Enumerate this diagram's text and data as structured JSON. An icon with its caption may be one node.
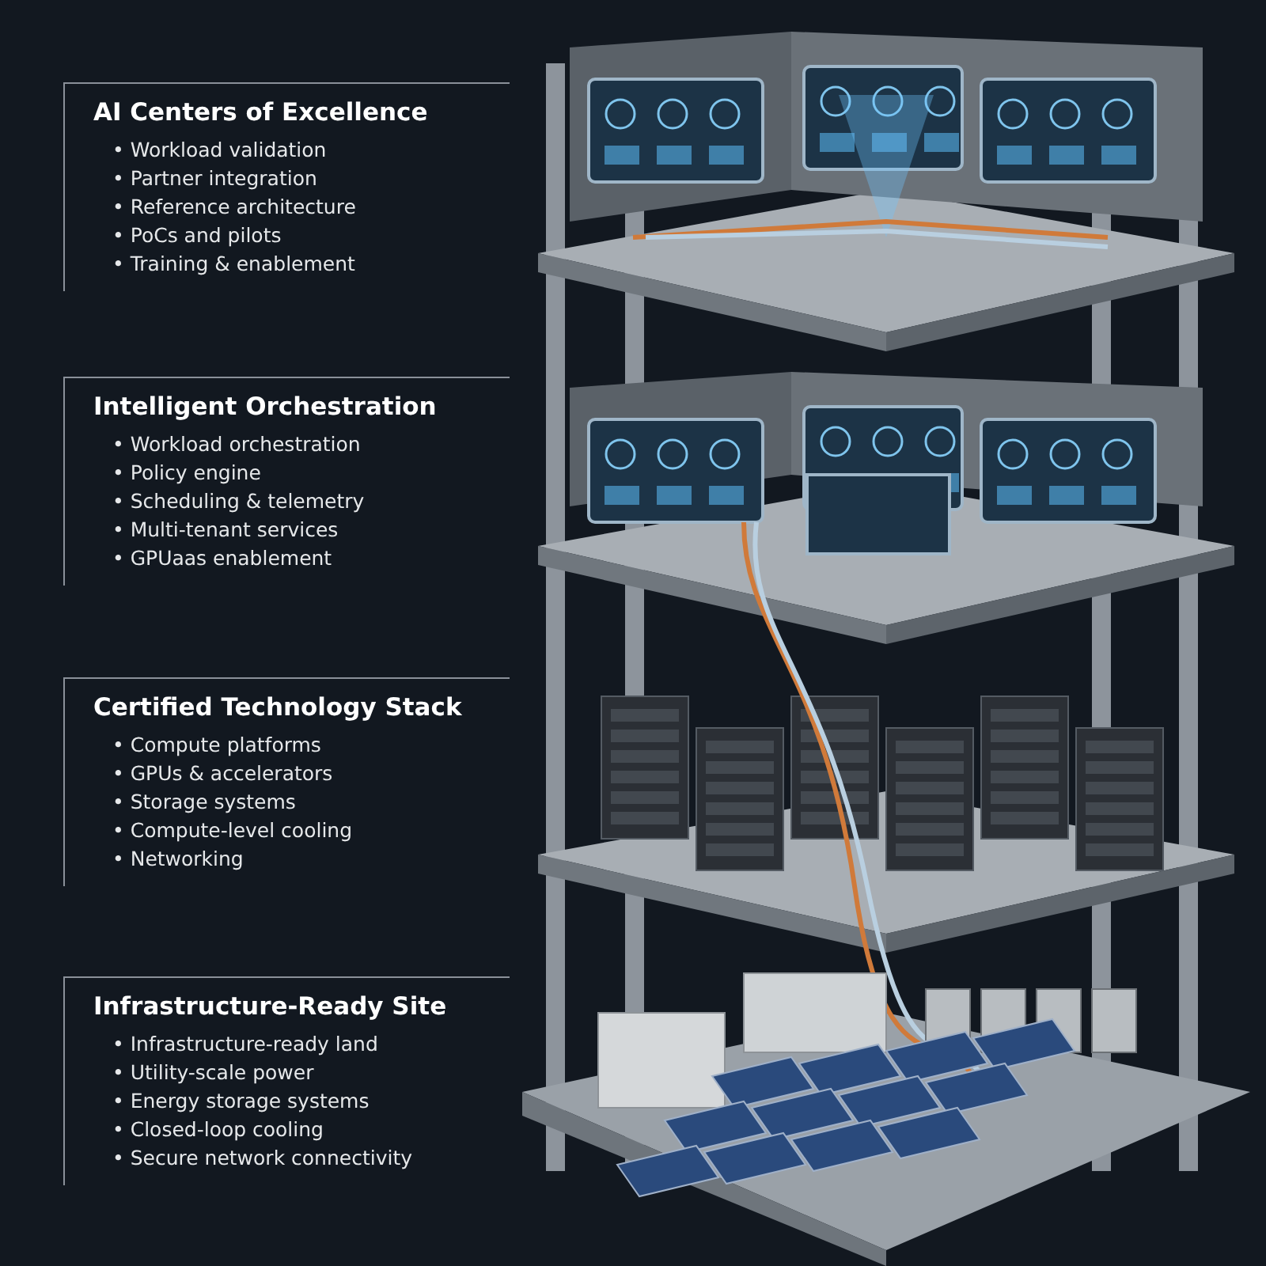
{
  "diagram": {
    "nodes": [
      {
        "text": [
          "AI Centers of Excellence",
          "• Workload validation",
          "• Partner integration",
          "• Reference architecture",
          "• PoCs and pilots",
          "• Training & enablement"
        ]
      },
      {
        "text": [
          "Intelligent Orchestration",
          "• Workload orchestration",
          "• Policy engine",
          "• Scheduling & telemetry",
          "• Multi-tenant services",
          "• GPUaas enablement"
        ]
      },
      {
        "text": [
          "Certified Technology Stack",
          "• Compute platforms",
          "• GPUs & accelerators",
          "• Storage systems",
          "• Compute-level cooling",
          "• Networking"
        ]
      },
      {
        "text": [
          "Infrastructure-Ready Site",
          "• Infrastructure-ready land",
          "• Utility-scale power",
          "• Energy storage systems",
          "• Closed-loop cooling",
          "• Secure network connectivity"
        ]
      }
    ]
  }
}
